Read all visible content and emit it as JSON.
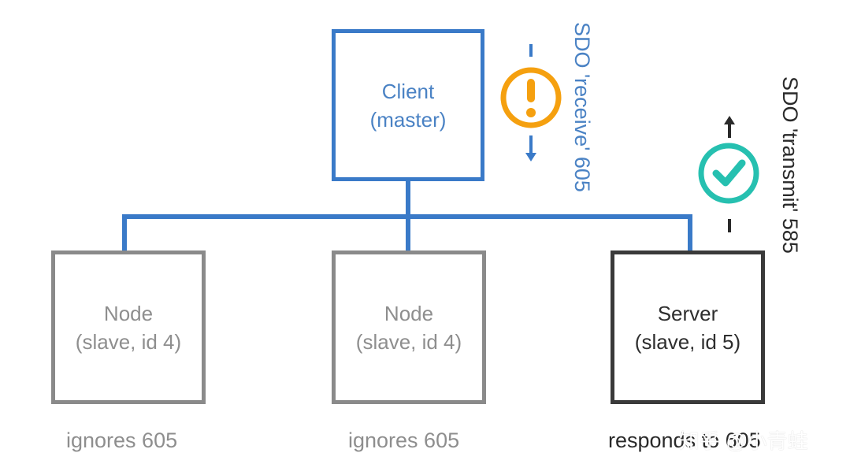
{
  "diagram": {
    "client": {
      "line1": "Client",
      "line2": "(master)"
    },
    "nodes": [
      {
        "line1": "Node",
        "line2": "(slave, id 4)",
        "caption": "ignores 605"
      },
      {
        "line1": "Node",
        "line2": "(slave, id 4)",
        "caption": "ignores 605"
      }
    ],
    "server": {
      "line1": "Server",
      "line2": "(slave, id 5)",
      "caption": "responds to 605"
    },
    "receive_label": "SDO 'receive' 605",
    "transmit_label": "SDO 'transmit' 585",
    "watermark": "知乎 @小青蛙"
  },
  "colors": {
    "wire": "#3a7ac8",
    "client_border": "#3a7ac8",
    "node_border": "#8a8a8a",
    "server_border": "#3a3a3a",
    "warning": "#f5a00f",
    "success": "#26c0b0"
  },
  "icons": {
    "receive_icon": "exclamation-circle-icon",
    "transmit_icon": "check-circle-icon"
  }
}
